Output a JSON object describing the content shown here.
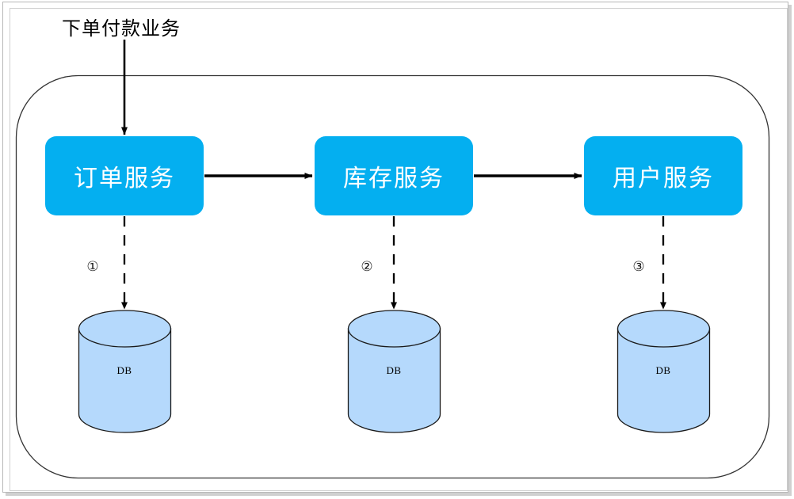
{
  "diagram": {
    "title": "下单付款业务",
    "colors": {
      "service_fill": "#04aff0",
      "service_text": "#ffffff",
      "db_fill": "#b5d9fc",
      "db_stroke": "#1a1a1a",
      "edge": "#000000",
      "container_border": "#333333",
      "frame_border": "#b8b8b8"
    },
    "container": {
      "name": "business-boundary"
    },
    "entry_arrow": {
      "name": "entry-arrow",
      "from": "下单付款业务",
      "to": "订单服务"
    },
    "services": [
      {
        "id": "order-service",
        "label": "订单服务"
      },
      {
        "id": "inventory-service",
        "label": "库存服务"
      },
      {
        "id": "user-service",
        "label": "用户服务"
      }
    ],
    "databases": [
      {
        "id": "order-db",
        "label": "DB"
      },
      {
        "id": "inventory-db",
        "label": "DB"
      },
      {
        "id": "user-db",
        "label": "DB"
      }
    ],
    "steps": [
      {
        "id": "step-1",
        "marker": "①"
      },
      {
        "id": "step-2",
        "marker": "②"
      },
      {
        "id": "step-3",
        "marker": "③"
      }
    ],
    "service_links": [
      {
        "from": "订单服务",
        "to": "库存服务"
      },
      {
        "from": "库存服务",
        "to": "用户服务"
      }
    ],
    "db_links": [
      {
        "from": "订单服务",
        "to": "DB",
        "style": "dashed"
      },
      {
        "from": "库存服务",
        "to": "DB",
        "style": "dashed"
      },
      {
        "from": "用户服务",
        "to": "DB",
        "style": "dashed"
      }
    ]
  }
}
